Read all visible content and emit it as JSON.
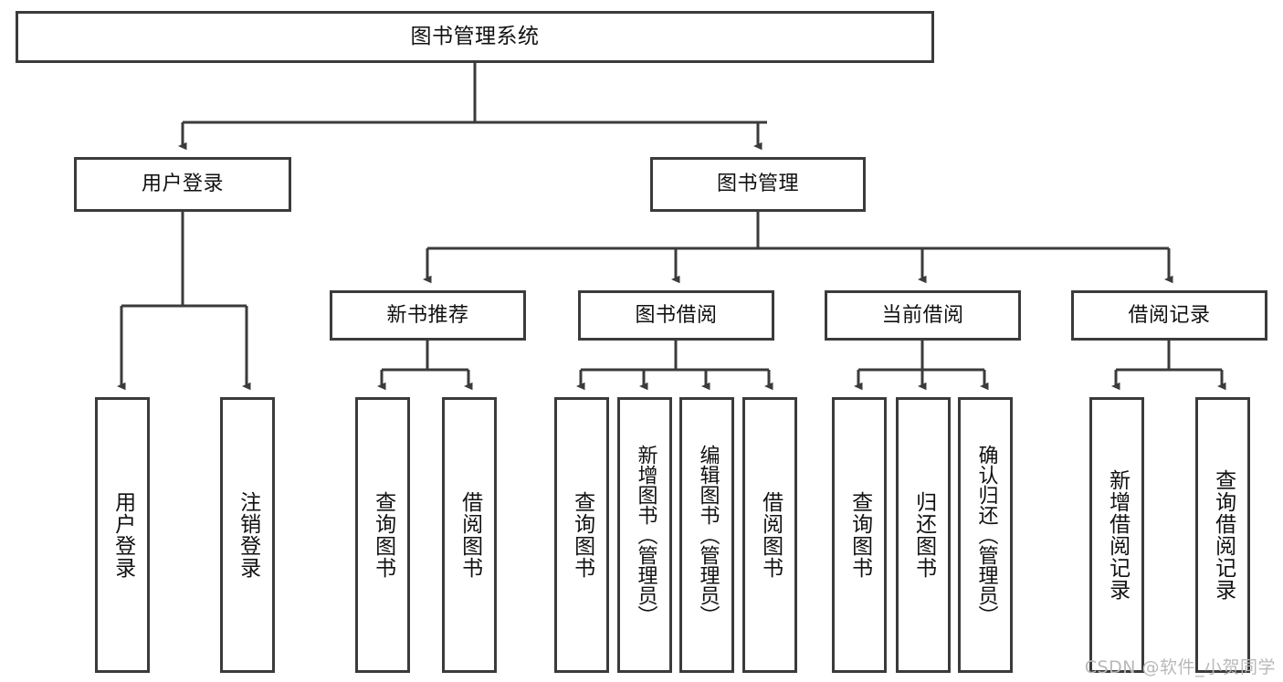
{
  "diagram": {
    "title": "图书管理系统",
    "type": "tree-hierarchy",
    "root": {
      "id": "root",
      "label": "图书管理系统"
    },
    "level2": [
      {
        "id": "user-login",
        "label": "用户登录"
      },
      {
        "id": "book-manage",
        "label": "图书管理"
      }
    ],
    "level3": [
      {
        "id": "new-book-recommend",
        "label": "新书推荐",
        "parent": "book-manage"
      },
      {
        "id": "book-borrow",
        "label": "图书借阅",
        "parent": "book-manage"
      },
      {
        "id": "current-borrow",
        "label": "当前借阅",
        "parent": "book-manage"
      },
      {
        "id": "borrow-record",
        "label": "借阅记录",
        "parent": "book-manage"
      }
    ],
    "leaves": [
      {
        "id": "leaf-user-login",
        "label": "用户登录",
        "parent": "user-login"
      },
      {
        "id": "leaf-logout",
        "label": "注销登录",
        "parent": "user-login"
      },
      {
        "id": "leaf-query-book-1",
        "label": "查询图书",
        "parent": "new-book-recommend"
      },
      {
        "id": "leaf-borrow-book-1",
        "label": "借阅图书",
        "parent": "new-book-recommend"
      },
      {
        "id": "leaf-query-book-2",
        "label": "查询图书",
        "parent": "book-borrow"
      },
      {
        "id": "leaf-add-book",
        "label": "新增图书（管理员）",
        "parent": "book-borrow"
      },
      {
        "id": "leaf-edit-book",
        "label": "编辑图书（管理员）",
        "parent": "book-borrow"
      },
      {
        "id": "leaf-borrow-book-2",
        "label": "借阅图书",
        "parent": "book-borrow"
      },
      {
        "id": "leaf-query-book-3",
        "label": "查询图书",
        "parent": "current-borrow"
      },
      {
        "id": "leaf-return-book",
        "label": "归还图书",
        "parent": "current-borrow"
      },
      {
        "id": "leaf-confirm-return",
        "label": "确认归还（管理员）",
        "parent": "current-borrow"
      },
      {
        "id": "leaf-add-record",
        "label": "新增借阅记录",
        "parent": "borrow-record"
      },
      {
        "id": "leaf-query-record",
        "label": "查询借阅记录",
        "parent": "borrow-record"
      }
    ],
    "colors": {
      "border": "#3b3b3b",
      "line": "#3b3b3b",
      "background": "#ffffff",
      "text": "#111111",
      "watermark": "#b9b9b9"
    }
  },
  "watermark": {
    "text": "CSDN @软件_小贺同学"
  }
}
